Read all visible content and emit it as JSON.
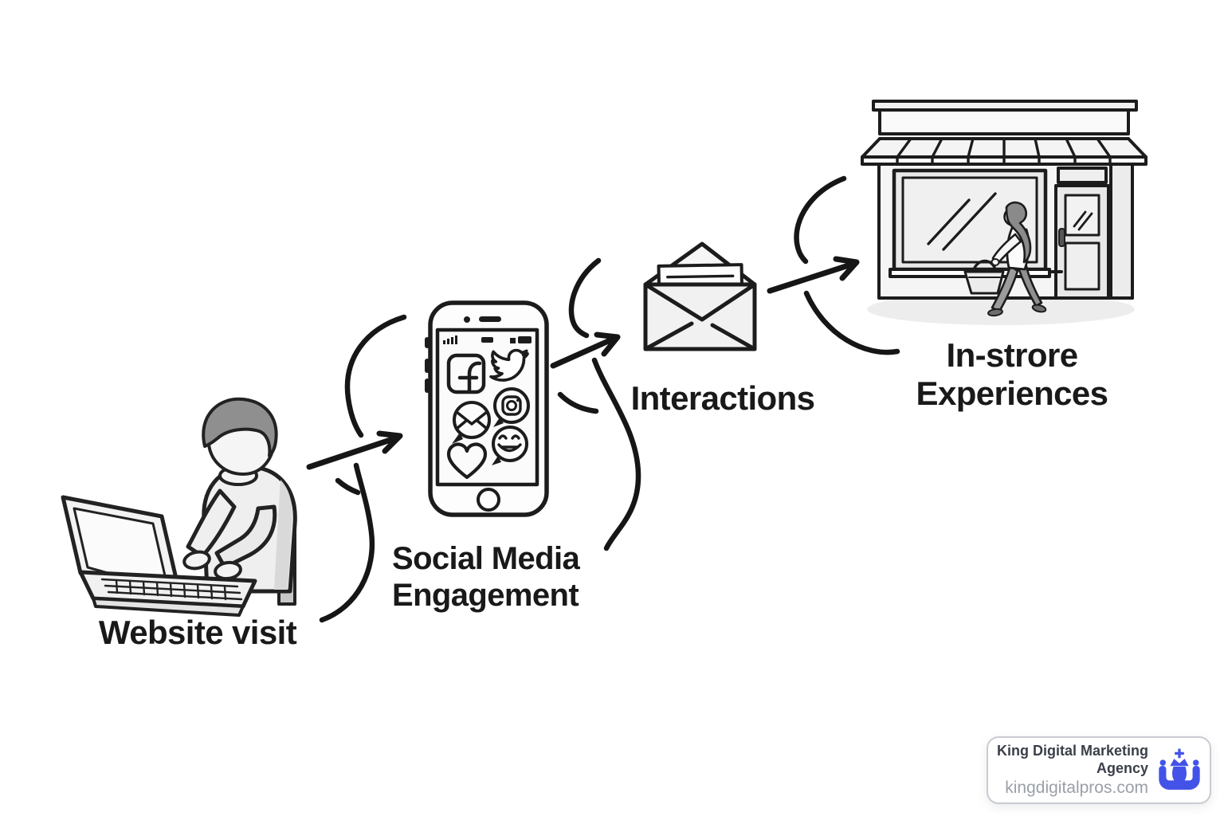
{
  "diagram": {
    "type": "customer-journey-flow",
    "stages": [
      {
        "id": "website-visit",
        "label": "Website visit",
        "illustration": "person-typing-on-laptop-icon"
      },
      {
        "id": "social-media-engagement",
        "lines": [
          "Social Media",
          "Engagement"
        ],
        "illustration": "smartphone-social-apps-icon"
      },
      {
        "id": "interactions",
        "label": "Interactions",
        "illustration": "open-envelope-letter-icon"
      },
      {
        "id": "in-store-experiences",
        "lines": [
          "In-strore",
          "Experiences"
        ],
        "illustration": "storefront-with-shopper-icon"
      }
    ],
    "connectors": [
      "hand-drawn-curved-arrow",
      "hand-drawn-curved-arrow",
      "hand-drawn-curved-arrow"
    ]
  },
  "phone_icons": [
    "facebook-icon",
    "twitter-icon",
    "instagram-bubble-icon",
    "mail-bubble-icon",
    "smiley-bubble-icon",
    "heart-icon"
  ],
  "badge": {
    "agency_name": "King Digital Marketing Agency",
    "website": "kingdigitalpros.com",
    "logo": "king-crown-icon",
    "accent_color": "#4353e8"
  },
  "colors": {
    "background": "#ffffff",
    "ink": "#1c1c1c",
    "fill_light": "#f3f3f3",
    "fill_mid": "#dcdcdc",
    "hair_gray": "#8f8f8f",
    "badge_border": "#c9cbd2",
    "badge_title": "#3a3f49",
    "badge_site_text": "#9aa0a8"
  }
}
